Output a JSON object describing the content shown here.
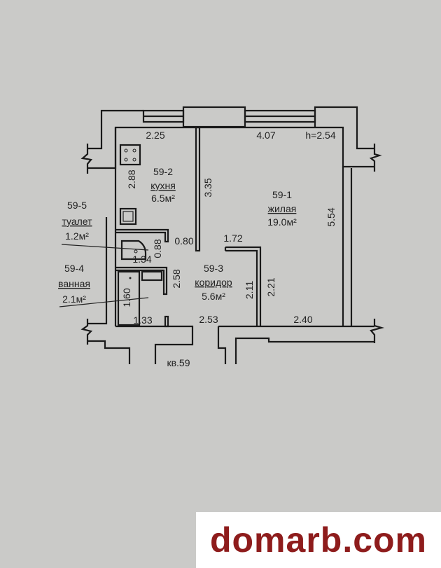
{
  "plan": {
    "ceiling_height": "h=2.54",
    "apartment_label": "кв.59",
    "rooms": [
      {
        "id": "59-1",
        "name": "жилая",
        "area": "19.0м²"
      },
      {
        "id": "59-2",
        "name": "кухня",
        "area": "6.5м²"
      },
      {
        "id": "59-3",
        "name": "коридор",
        "area": "5.6м²"
      },
      {
        "id": "59-4",
        "name": "ванная",
        "area": "2.1м²"
      },
      {
        "id": "59-5",
        "name": "туалет",
        "area": "1.2м²"
      }
    ],
    "dimensions": {
      "kitchen_width": "2.25",
      "kitchen_length": "2.88",
      "partition_length": "3.35",
      "room_width": "4.07",
      "room_length": "5.54",
      "door_width": "0.80",
      "corridor_niche": "1.72",
      "toilet_width": "0.88",
      "toilet_length": "1.34",
      "corridor_length": "2.58",
      "corridor_a": "2.11",
      "corridor_b": "2.21",
      "bath_length": "1.60",
      "bath_width": "1.33",
      "corridor_width": "2.53",
      "room_bottom": "2.40"
    }
  },
  "watermark": "domarb.com"
}
